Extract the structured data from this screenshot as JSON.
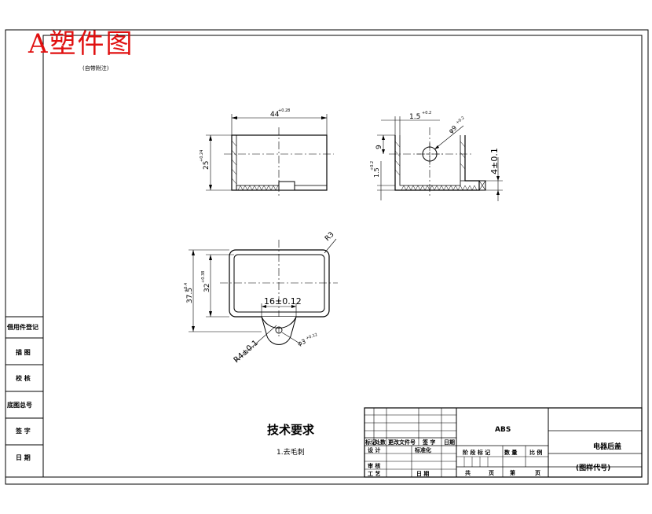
{
  "drawing": {
    "title": "A塑件图",
    "subtitle": "(自带附注)"
  },
  "sidebar": {
    "rows": [
      "借用件登记",
      "描 图",
      "校 核",
      "底图总号",
      "签 字",
      "日 期"
    ]
  },
  "dimensions": {
    "front_width": "44",
    "front_width_tol": "+0.28",
    "front_height": "25",
    "front_height_tol": "+0.24",
    "side_top": "1.5",
    "side_top_tol": "+0.2",
    "side_hole": "φ9",
    "side_hole_tol": "+0.2",
    "side_9": "9",
    "side_15": "1.5",
    "side_15_tol": "+0.2",
    "side_4": "4±0.1",
    "top_r3": "R3",
    "top_outer_h": "37.5",
    "top_outer_h_tol": "+0.4",
    "top_inner_h": "32",
    "top_inner_h_tol": "+0.38",
    "top_16": "16±0.12",
    "top_r4": "R4±0.1",
    "top_phi3": "φ3",
    "top_phi3_tol": "+0.12"
  },
  "notes": {
    "heading": "技术要求",
    "item1": "1.去毛刺"
  },
  "title_block": {
    "material": "ABS",
    "part_name": "电器后盖",
    "drawing_code": "(图样代号)",
    "rev_headers": [
      "标记",
      "处数",
      "更改文件号",
      "签 字",
      "日期"
    ],
    "row_design": "设 计",
    "row_std": "标准化",
    "row_review": "审 核",
    "row_process": "工 艺",
    "row_date": "日 期",
    "stage_labels": [
      "阶 段 标 记",
      "数 量",
      "比 例"
    ],
    "sheet_labels": [
      "共",
      "页",
      "第",
      "页"
    ]
  }
}
